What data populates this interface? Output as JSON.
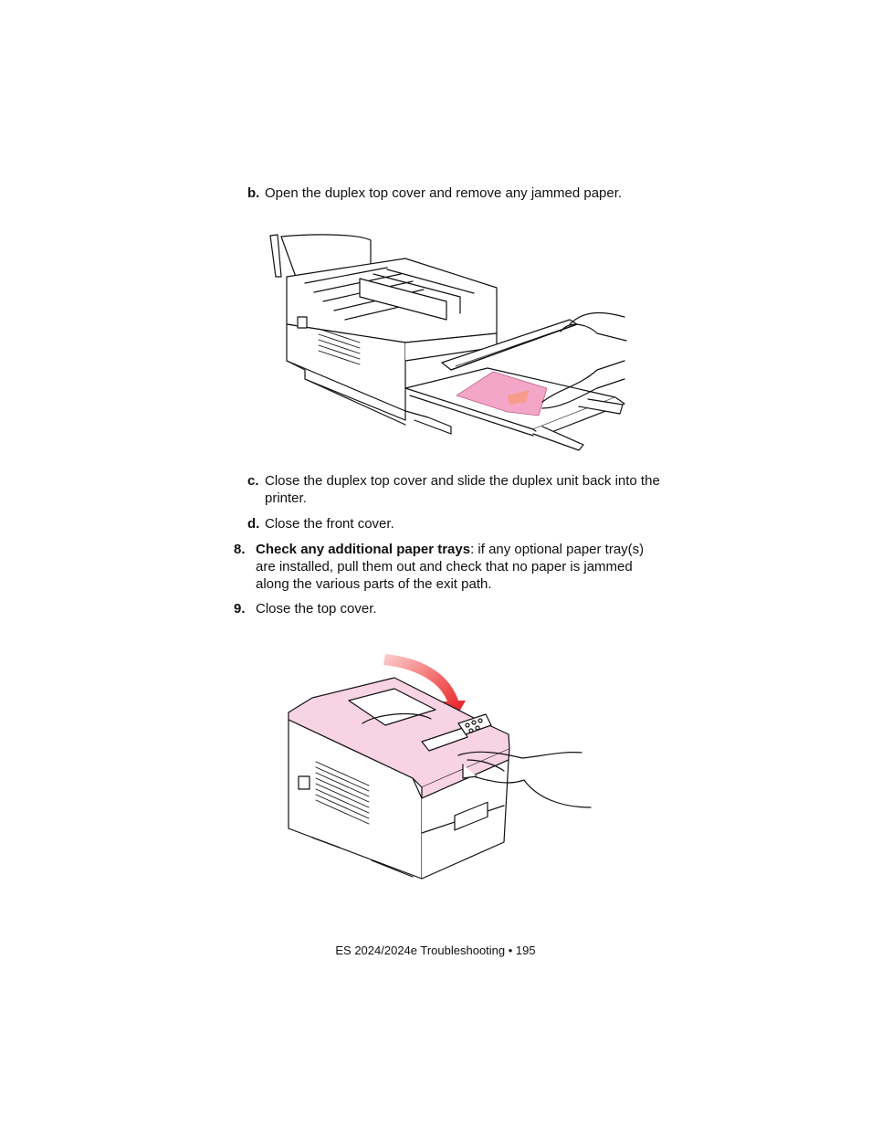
{
  "steps": {
    "b": {
      "marker": "b.",
      "text": "Open the duplex top cover and remove any jammed paper."
    },
    "c": {
      "marker": "c.",
      "text": "Close the duplex top cover and slide the duplex unit back into the printer."
    },
    "d": {
      "marker": "d.",
      "text": "Close the front cover."
    },
    "s8": {
      "marker": "8.",
      "bold": "Check any additional paper trays",
      "text": ": if any optional paper tray(s) are installed, pull them out and check that no paper is jammed along the various parts of the exit path."
    },
    "s9": {
      "marker": "9.",
      "text": "Close the top cover."
    }
  },
  "footer": {
    "text": "ES 2024/2024e Troubleshooting  • 195"
  },
  "colors": {
    "highlight_pink": "#f3a6c8",
    "cover_pink": "#f8d3e3",
    "arrow_red": "#e3101b"
  }
}
